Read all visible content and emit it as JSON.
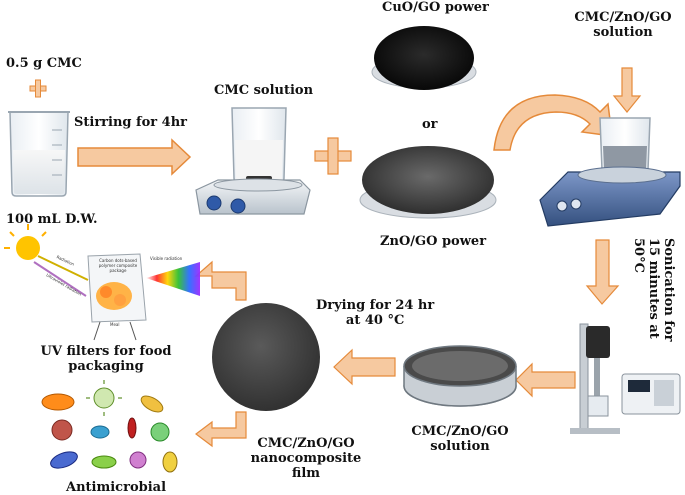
{
  "labels": {
    "cmc_amount": "0.5 g CMC",
    "water": "100 mL  D.W.",
    "stirring": "Stirring for 4hr",
    "cmc_solution": "CMC  solution",
    "cuo_go": "CuO/GO  power",
    "or": "or",
    "zno_go": "ZnO/GO  power",
    "cmc_zno_go_solution_top": [
      "CMC/ZnO/GO",
      "solution"
    ],
    "sonication": [
      "Sonication for",
      "15 minutes  at",
      "50°C"
    ],
    "drying": [
      "Drying for 24 hr",
      "at 40 °C"
    ],
    "cmc_zno_go_solution_bottom": [
      "CMC/ZnO/GO",
      "solution"
    ],
    "film": [
      "CMC/ZnO/GO",
      "nanocomposite",
      "film"
    ],
    "uv_filters": [
      "UV  filters for food",
      "packaging"
    ],
    "antimicrobial": "Antimicrobial",
    "package_text": [
      "Carbon dots-based",
      "polymer composite",
      "package"
    ],
    "radiation_label": "Radiation",
    "visible_label": "Visible radiation",
    "ultraviolet_label": "Ultraviolet radiation",
    "meal_label": "Meal"
  },
  "colors": {
    "arrow_fill": "#f6c9a0",
    "arrow_stroke": "#e58a3a",
    "text": "#111111"
  }
}
